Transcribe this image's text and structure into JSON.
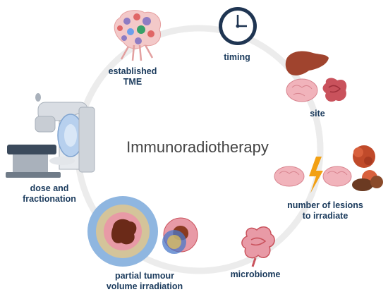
{
  "title": "Immunoradiotherapy",
  "colors": {
    "label": "#1a3a5c",
    "ring": "#e6e6e6",
    "organ_pink": "#e89aa6",
    "organ_red": "#c9525c",
    "liver": "#a0442e",
    "lightning": "#f2a013",
    "beam": "#8fb6e0",
    "tumour": "#c04a2a"
  },
  "factors": [
    {
      "id": "established-tme",
      "lines": [
        "established",
        "TME"
      ],
      "icon": "tumour-microenvironment-icon"
    },
    {
      "id": "timing",
      "lines": [
        "timing"
      ],
      "icon": "clock-icon"
    },
    {
      "id": "site",
      "lines": [
        "site"
      ],
      "icon": "organs-icon"
    },
    {
      "id": "number-of-lesions",
      "lines": [
        "number of lesions",
        "to irradiate"
      ],
      "icon": "lesions-lightning-icon"
    },
    {
      "id": "microbiome",
      "lines": [
        "microbiome"
      ],
      "icon": "intestine-icon"
    },
    {
      "id": "partial-tumour-volume",
      "lines": [
        "partial tumour",
        "volume irradiation"
      ],
      "icon": "tumour-target-icon"
    },
    {
      "id": "dose-fractionation",
      "lines": [
        "dose and",
        "fractionation"
      ],
      "icon": "linac-machine-icon"
    }
  ]
}
